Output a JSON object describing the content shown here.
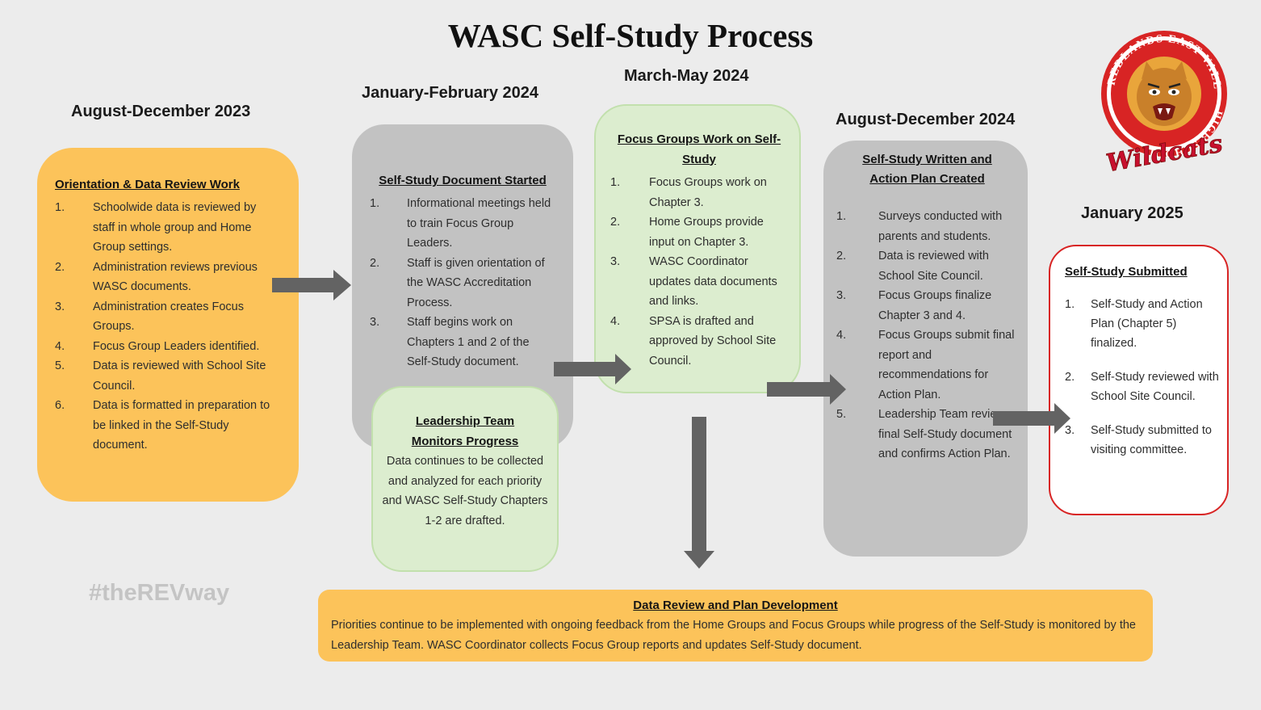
{
  "title": "WASC Self-Study Process",
  "hashtag": "#theREVway",
  "logo": {
    "ring_text_top": "REDLANDS EAST VALLEY",
    "ring_text_bottom": "HIGH SCHOOL",
    "script_text": "Wildcats",
    "colors": {
      "ring": "#d82424",
      "script": "#c8102e"
    }
  },
  "colors": {
    "orange": "#fcc35a",
    "grey": "#c2c2c2",
    "green": "#dcedcf",
    "accent_red": "#d82424",
    "arrow": "#636363"
  },
  "phases": {
    "aug_dec_2023": {
      "header": "August-December 2023",
      "box_title": "Orientation & Data Review Work",
      "items": [
        {
          "num": "1.",
          "text": "Schoolwide data is reviewed by staff in whole group and Home Group settings."
        },
        {
          "num": "2.",
          "text": "Administration reviews previous WASC documents."
        },
        {
          "num": "3.",
          "text": "Administration creates Focus Groups."
        },
        {
          "num": "4.",
          "text": "Focus Group Leaders identified."
        },
        {
          "num": "5.",
          "text": "Data is reviewed with School Site Council."
        },
        {
          "num": "6.",
          "text": "Data is formatted in preparation to be linked in the Self-Study document."
        }
      ]
    },
    "jan_feb_2024": {
      "header": "January-February 2024",
      "box_title": "Self-Study Document Started",
      "items": [
        {
          "num": "1.",
          "text": "Informational meetings held to train Focus Group Leaders."
        },
        {
          "num": "2.",
          "text": "Staff is given orientation of the WASC Accreditation Process."
        },
        {
          "num": "3.",
          "text": "Staff begins work on Chapters 1 and 2 of the Self-Study document."
        }
      ]
    },
    "leadership": {
      "box_title": "Leadership Team Monitors Progress",
      "text": "Data continues to be collected and analyzed for each priority and WASC Self-Study Chapters 1-2 are drafted."
    },
    "mar_may_2024": {
      "header": "March-May 2024",
      "box_title": "Focus Groups Work on Self-Study",
      "items": [
        {
          "num": "1.",
          "text": "Focus Groups work on Chapter 3."
        },
        {
          "num": "2.",
          "text": "Home Groups provide input on Chapter 3."
        },
        {
          "num": "3.",
          "text": "WASC Coordinator updates data documents and links."
        },
        {
          "num": "4.",
          "text": "SPSA is drafted and approved by School Site Council."
        }
      ]
    },
    "aug_dec_2024": {
      "header": "August-December 2024",
      "box_title": "Self-Study Written and Action Plan Created",
      "items": [
        {
          "num": "1.",
          "text": "Surveys conducted with parents and students."
        },
        {
          "num": "2.",
          "text": "Data is reviewed with School Site Council."
        },
        {
          "num": "3.",
          "text": "Focus Groups finalize Chapter 3 and 4."
        },
        {
          "num": "4.",
          "text": "Focus Groups submit final report and recommendations for Action Plan."
        },
        {
          "num": "5.",
          "text": "Leadership Team reviews final Self-Study document and confirms Action Plan."
        }
      ]
    },
    "jan_2025": {
      "header": "January 2025",
      "box_title": "Self-Study Submitted",
      "items": [
        {
          "num": "1.",
          "text": "Self-Study and Action Plan (Chapter 5) finalized."
        },
        {
          "num": "2.",
          "text": "Self-Study reviewed with School Site Council."
        },
        {
          "num": "3.",
          "text": "Self-Study submitted to visiting committee."
        }
      ]
    },
    "ongoing": {
      "box_title": "Data Review and Plan Development",
      "text": "Priorities continue to be implemented with ongoing feedback from the Home Groups and Focus Groups while progress of the Self-Study is monitored by the Leadership Team. WASC Coordinator collects Focus Group reports and updates Self-Study document."
    }
  }
}
